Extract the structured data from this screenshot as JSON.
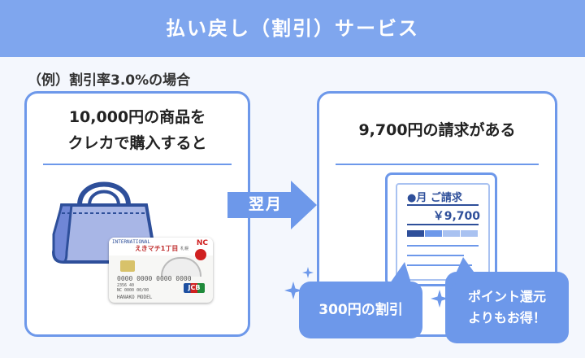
{
  "banner": {
    "title": "払い戻し（割引）サービス"
  },
  "example_label": "（例）割引率3.0%の場合",
  "left_box": {
    "line1": "10,000円の商品を",
    "line2": "クレカで購入すると"
  },
  "arrow": {
    "label": "翌月"
  },
  "right_box": {
    "title": "9,700円の請求がある"
  },
  "invoice": {
    "title": "●月 ご請求",
    "amount": "￥9,700"
  },
  "bubbles": {
    "discount": "300円の割引",
    "points_line1": "ポイント還元",
    "points_line2": "よりもお得！"
  },
  "card": {
    "brand": "えきマチ1丁目",
    "brand_sub": "札幌",
    "issuer": "NC",
    "intl": "INTERNATIONAL",
    "number": "0000 0000 0000 0000",
    "small_number": "2356 40",
    "small_row": "NC 0000  00/00",
    "holder": "HANAKO MODEL",
    "network": "JCB"
  },
  "colors": {
    "accent": "#6d98ea",
    "banner": "#7fa6ee",
    "background": "#f4f7fd",
    "dark_text": "#2e4f9a"
  }
}
